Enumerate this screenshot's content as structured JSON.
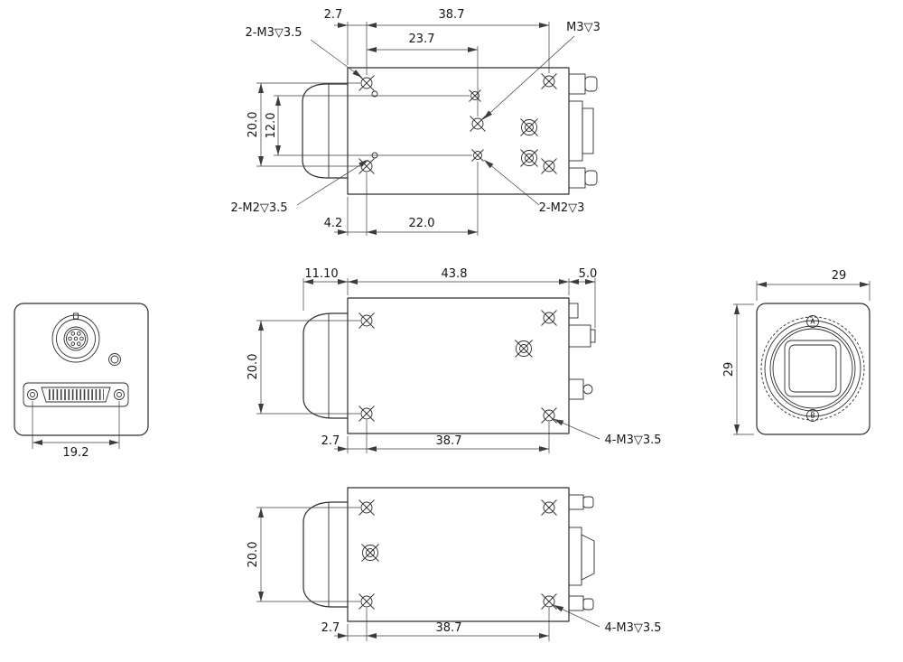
{
  "views": {
    "top": {
      "dim_edge_to_hole": "2.7",
      "dim_hole_span": "38.7",
      "dim_center_span": "23.7",
      "label_m3_pair": "2-M3▽3.5",
      "label_m3_single": "M3▽3",
      "dim_vert_20": "20.0",
      "dim_vert_12": "12.0",
      "label_m2_pair_35": "2-M2▽3.5",
      "dim_4_2": "4.2",
      "dim_22_0": "22.0",
      "label_m2_pair_3": "2-M2▽3"
    },
    "back": {
      "dim_connector_span": "19.2"
    },
    "side": {
      "dim_lens_protrusion": "11.10",
      "dim_body_length": "43.8",
      "dim_rear_protrusion": "5.0",
      "dim_vert_20": "20.0",
      "dim_edge_to_hole": "2.7",
      "dim_hole_span": "38.7",
      "label_m3_4x": "4-M3▽3.5"
    },
    "front": {
      "dim_width": "29",
      "dim_height": "29",
      "screw_a": "A",
      "screw_b": "B"
    },
    "bottom": {
      "dim_vert_20": "20.0",
      "dim_edge_to_hole": "2.7",
      "dim_hole_span": "38.7",
      "label_m3_4x": "4-M3▽3.5"
    }
  }
}
